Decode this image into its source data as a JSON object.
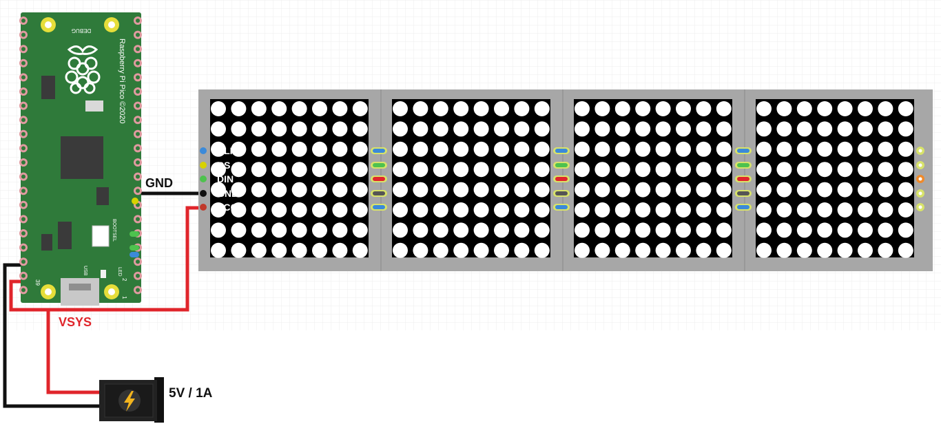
{
  "board": {
    "name": "Raspberry Pi Pico",
    "silkscreen_side": "Raspberry Pi Pico ©2020",
    "debug_label": "DEBUG",
    "bootsel_label": "BOOTSEL",
    "usb_label": "USB",
    "led_label": "LED",
    "pin_39": "39",
    "pin_2": "2",
    "pin_1": "1",
    "color": "#2f7a3a"
  },
  "matrix": {
    "module_count": 4,
    "rows": 8,
    "cols": 8,
    "pin_labels": [
      "CLK",
      "CS",
      "DIN",
      "GND",
      "VCC"
    ],
    "housing_color": "#a7a7a7",
    "panel_color": "#000000",
    "led_color": "#ffffff"
  },
  "wires": {
    "gnd_label": "GND",
    "vsys_label": "VSYS",
    "vsys_color": "#e0252b",
    "gnd_color": "#111111"
  },
  "power": {
    "label": "5V / 1A",
    "icon": "lightning-icon"
  }
}
